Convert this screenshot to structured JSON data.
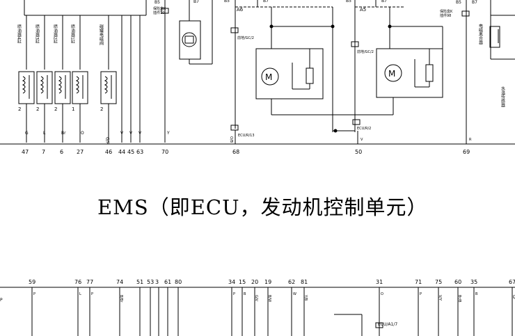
{
  "title": "EMS（即ECU，发动机控制单元）",
  "top_section": {
    "injectors": [
      {
        "label": "喷油器4缸",
        "pin_num": "2",
        "wire": "G",
        "ecu_pin": "47"
      },
      {
        "label": "喷油器3缸",
        "pin_num": "2",
        "wire": "L",
        "ecu_pin": "7"
      },
      {
        "label": "喷油器2缸",
        "pin_num": "2",
        "wire": "Br",
        "ecu_pin": "6"
      },
      {
        "label": "喷油器1缸",
        "pin_num": "1",
        "wire": "O",
        "ecu_pin": "27"
      }
    ],
    "canister_valve": {
      "label": "碳罐电磁阀",
      "pin_num": "2",
      "wire": "G/R",
      "ecu_pin": "46"
    },
    "other_pins": [
      {
        "wire": "V",
        "ecu_pin": "44"
      },
      {
        "wire": "V",
        "ecu_pin": "45"
      },
      {
        "wire": "V",
        "ecu_pin": "63"
      },
      {
        "wire": "Y",
        "ecu_pin": "70"
      }
    ],
    "fuse_labels": {
      "left_top": "B5",
      "left_fuse": "保险盒K",
      "left_fuse2": "插件10",
      "mid_b5": "B5",
      "mid_b7": "B7",
      "right_b5": "B5",
      "right_b7": "B7",
      "far_fuse": "保险盒K",
      "far_fuse2": "插件98",
      "far_b5": "B5",
      "far_b7": "B7",
      "a6": "A6",
      "a5": "A5"
    },
    "fan_labels": {
      "gnd1": "前地/GC/2",
      "gnd2": "前地/GC/2",
      "ecu_r13": "ECU/R/13",
      "ecu_r2": "ECU/R/2",
      "pin68_wire": "O/B",
      "pin50_wire": "V",
      "pin69_wire": "R"
    },
    "right_components": {
      "clutch": "电磁离合器",
      "water_temp": "水温传感器"
    },
    "pin_numbers": {
      "p68": "68",
      "p50": "50",
      "p69": "69"
    }
  },
  "bottom_section": {
    "pins": [
      {
        "ecu_pin": "59",
        "wire": "P"
      },
      {
        "ecu_pin": "76",
        "wire": "L"
      },
      {
        "ecu_pin": "77",
        "wire": "P"
      },
      {
        "ecu_pin": "74",
        "wire": "B/Br"
      },
      {
        "ecu_pin": "51",
        "wire": ""
      },
      {
        "ecu_pin": "53",
        "wire": ""
      },
      {
        "ecu_pin": "3",
        "wire": ""
      },
      {
        "ecu_pin": "61",
        "wire": ""
      },
      {
        "ecu_pin": "80",
        "wire": ""
      },
      {
        "ecu_pin": "34",
        "wire": "P"
      },
      {
        "ecu_pin": "15",
        "wire": "B"
      },
      {
        "ecu_pin": "20",
        "wire": "G/V"
      },
      {
        "ecu_pin": "19",
        "wire": "B/W"
      },
      {
        "ecu_pin": "62",
        "wire": "W"
      },
      {
        "ecu_pin": "81",
        "wire": "Y/B"
      },
      {
        "ecu_pin": "31",
        "wire": "O"
      },
      {
        "ecu_pin": "71",
        "wire": "P"
      },
      {
        "ecu_pin": "75",
        "wire": "V/Y"
      },
      {
        "ecu_pin": "60",
        "wire": "Br/B"
      },
      {
        "ecu_pin": "35",
        "wire": "B"
      },
      {
        "ecu_pin": "67",
        "wire": "Gr"
      }
    ],
    "ecu_a1": "ECU/A1/7",
    "left_edge_wire": "P"
  }
}
